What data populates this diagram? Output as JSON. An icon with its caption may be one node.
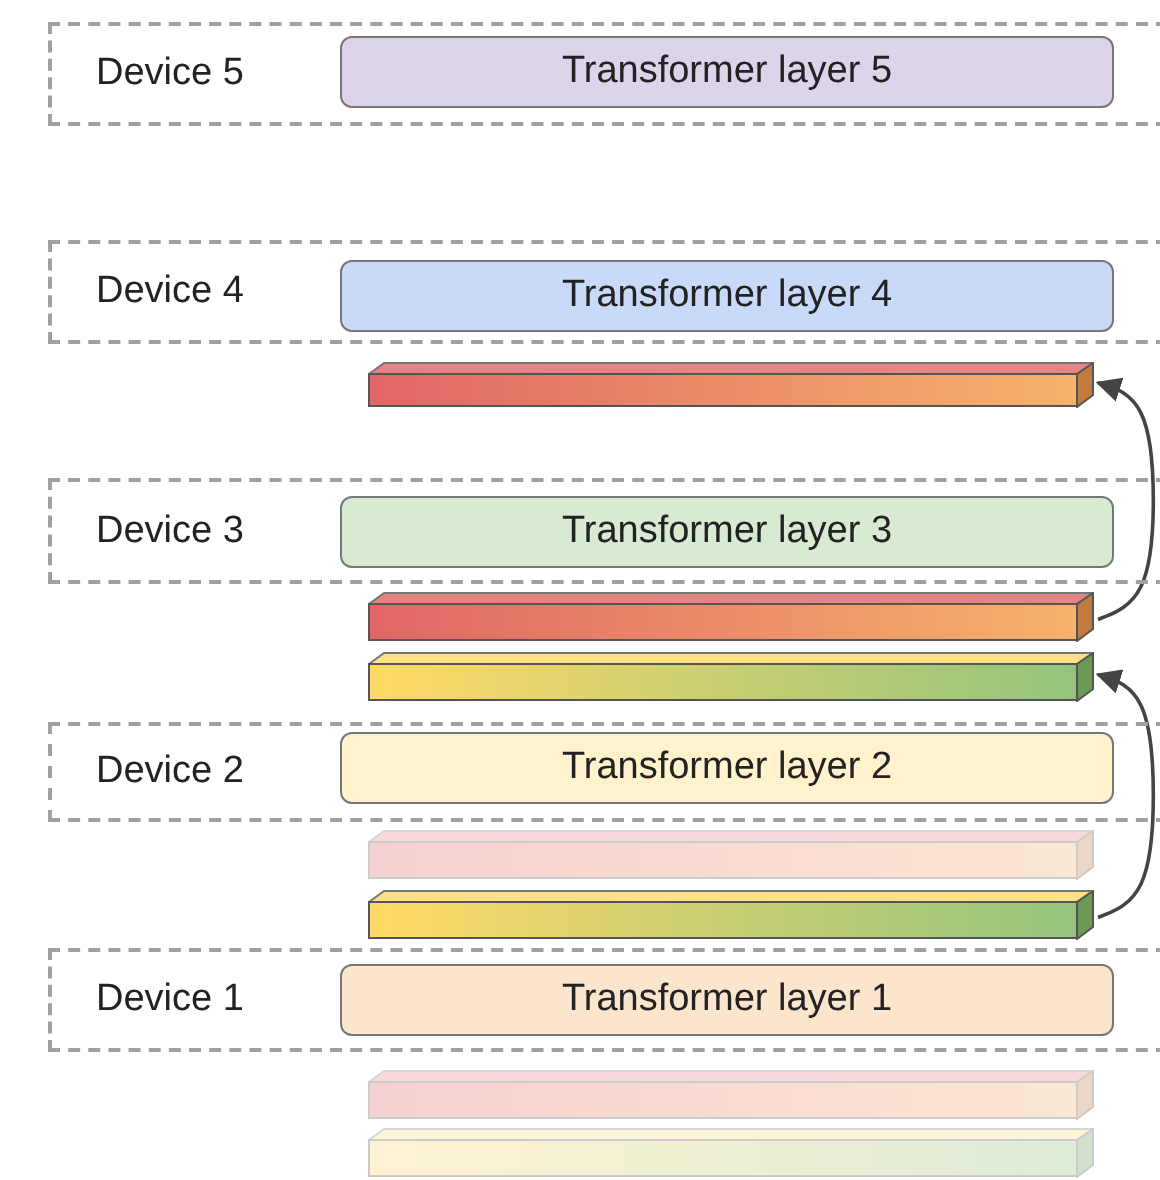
{
  "diagram": {
    "nodes": [
      {
        "text": [
          "Device 5"
        ]
      },
      {
        "text": [
          "Transformer layer 5"
        ],
        "in": 0
      },
      {
        "text": [
          "Device 4"
        ]
      },
      {
        "text": [
          "Transformer layer 4"
        ],
        "in": 2
      },
      {
        "text": [],
        "shape": "bar"
      },
      {
        "text": [
          "Device 3"
        ]
      },
      {
        "text": [
          "Transformer layer 3"
        ],
        "in": 5
      },
      {
        "text": [],
        "shape": "bar"
      },
      {
        "text": [],
        "shape": "bar"
      },
      {
        "text": [
          "Device 2"
        ]
      },
      {
        "text": [
          "Transformer layer 2"
        ],
        "in": 9
      },
      {
        "text": [],
        "shape": "bar"
      },
      {
        "text": [],
        "shape": "bar"
      },
      {
        "text": [
          "Device 1"
        ]
      },
      {
        "text": [
          "Transformer layer 1"
        ],
        "in": 13
      },
      {
        "text": [],
        "shape": "bar"
      },
      {
        "text": [],
        "shape": "bar"
      }
    ],
    "edges": [
      {
        "from": 12,
        "to": 8,
        "arrow": "to"
      },
      {
        "from": 7,
        "to": 4,
        "arrow": "to"
      }
    ]
  }
}
